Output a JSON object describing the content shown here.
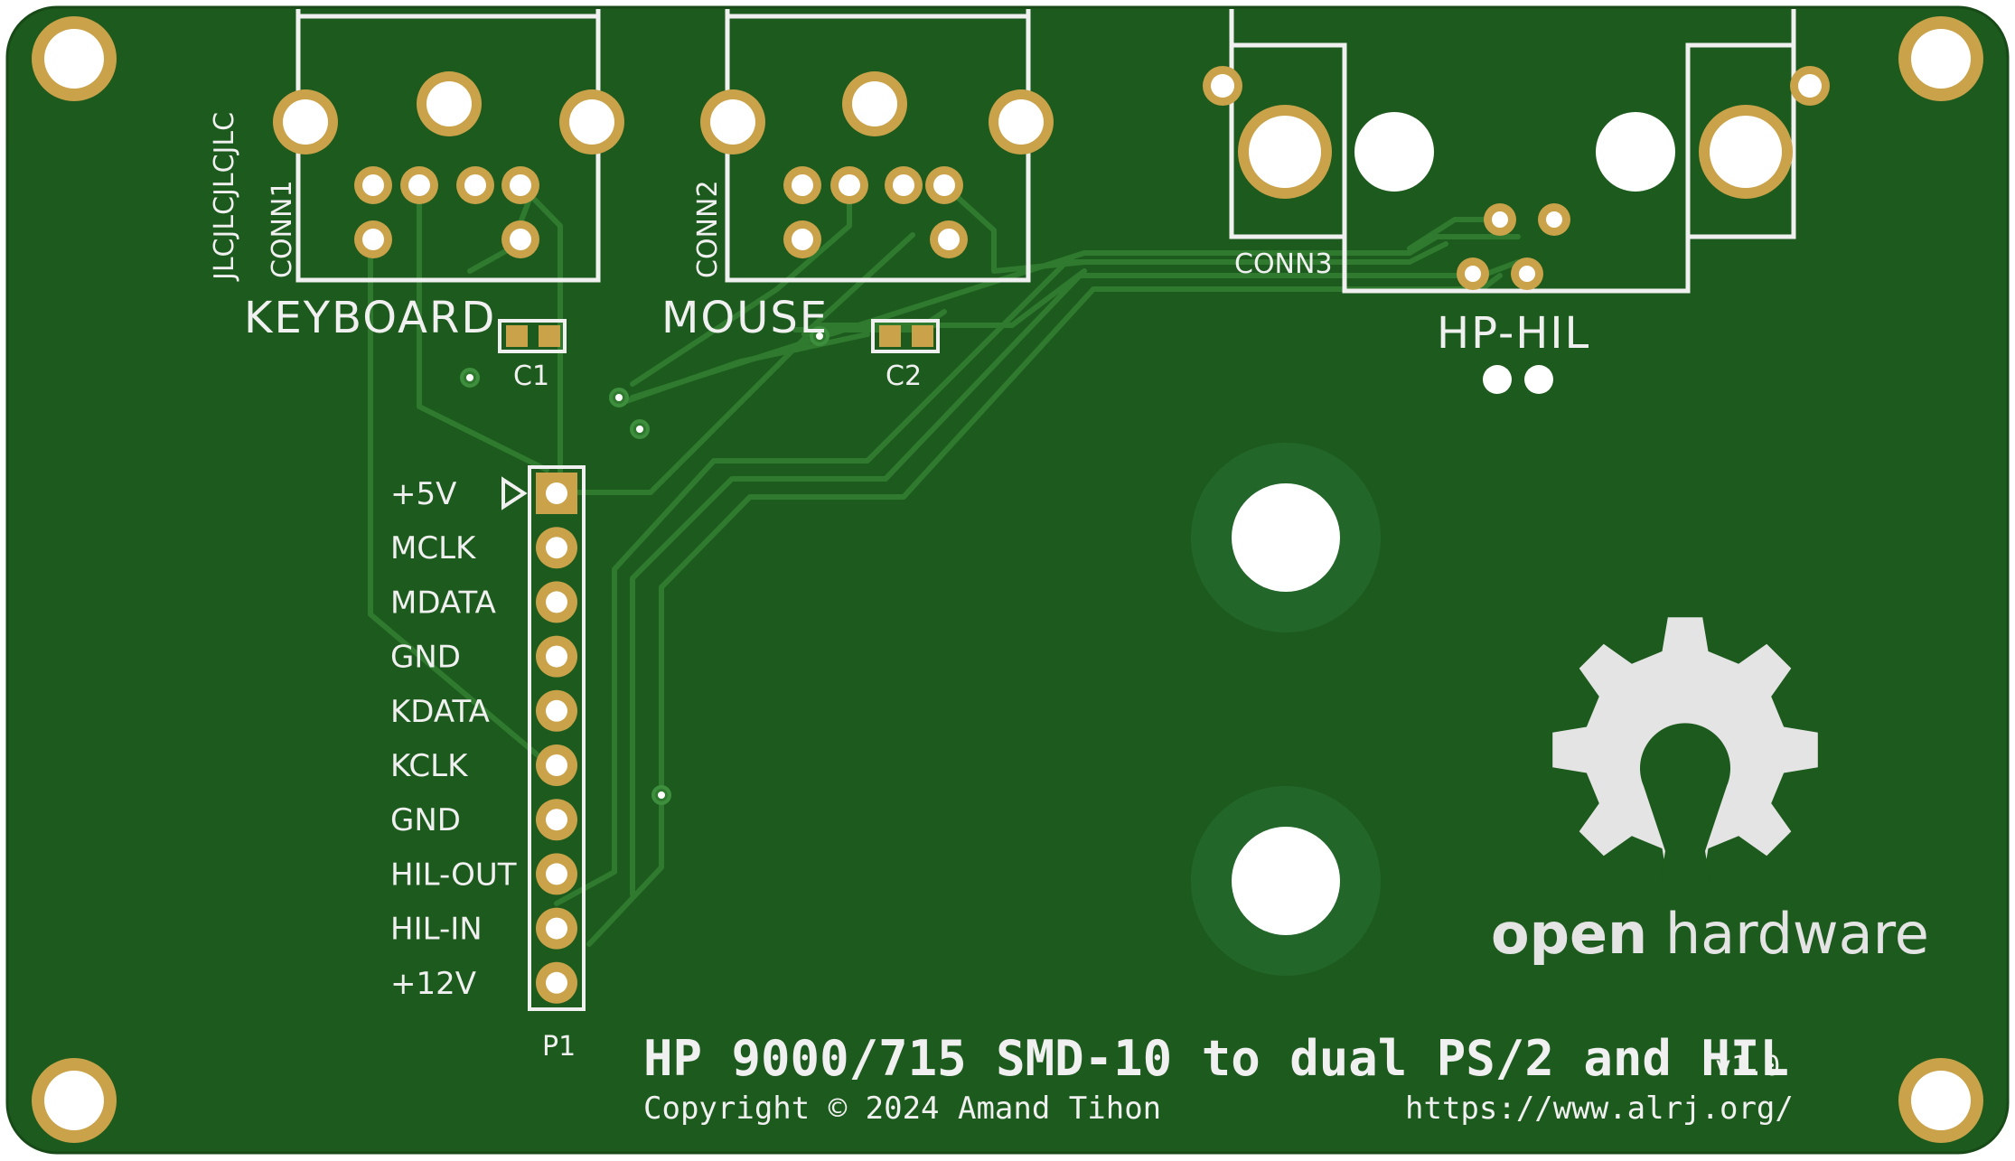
{
  "board": {
    "colors": {
      "substrate": "#1d5a1d",
      "trace": "#2f7a2f",
      "copper": "#c9a24a",
      "silkscreen": "#f0f0f0",
      "drill": "#ffffff"
    }
  },
  "labels": {
    "jlc": "JLCJLCJLCJLC",
    "conn1": "CONN1",
    "conn2": "CONN2",
    "conn3": "CONN3",
    "keyboard": "KEYBOARD",
    "mouse": "MOUSE",
    "hphil": "HP-HIL",
    "c1": "C1",
    "c2": "C2",
    "p1": "P1"
  },
  "pins": [
    "+5V",
    "MCLK",
    "MDATA",
    "GND",
    "KDATA",
    "KCLK",
    "GND",
    "HIL-OUT",
    "HIL-IN",
    "+12V"
  ],
  "logo": {
    "icon": "open-hardware-gear-icon",
    "text_bold": "open",
    "text_light": "hardware"
  },
  "footer": {
    "title": "HP 9000/715 SMD-10 to dual PS/2 and HIL",
    "version": "v1.0",
    "copyright": "Copyright © 2024 Amand Tihon",
    "url": "https://www.alrj.org/"
  }
}
